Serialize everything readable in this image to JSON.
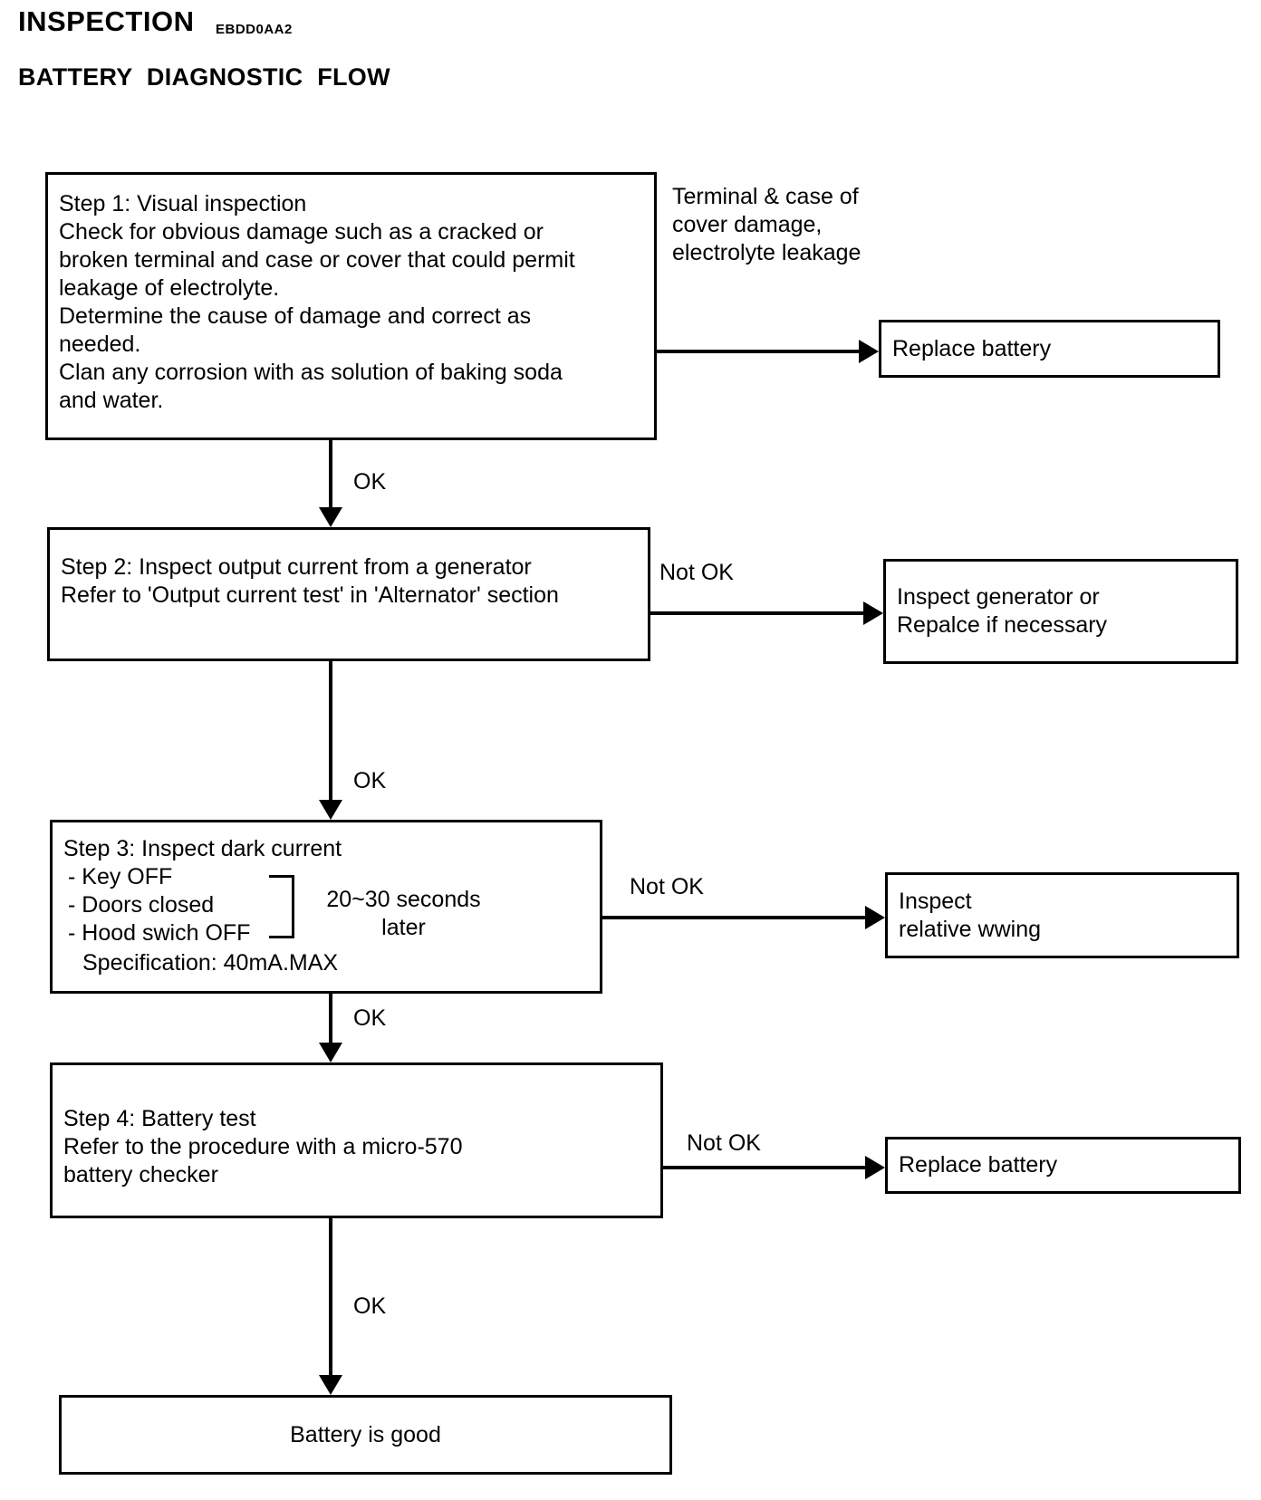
{
  "header": {
    "title": "INSPECTION",
    "code": "EBDD0AA2",
    "subtitle": "BATTERY DIAGNOSTIC FLOW"
  },
  "nodes": {
    "step1": {
      "lines": [
        "Step 1: Visual inspection",
        "Check for obvious damage such as a cracked or",
        "broken terminal and case or cover that could permit",
        "leakage of electrolyte.",
        "Determine the cause of damage and correct as",
        "needed.",
        "Clan any corrosion with as solution of baking soda",
        "and water."
      ]
    },
    "terminal_note": {
      "lines": [
        "Terminal & case of",
        "cover damage,",
        "electrolyte leakage"
      ]
    },
    "replace_battery_1": {
      "label": "Replace battery"
    },
    "step2": {
      "lines": [
        "Step 2: Inspect output current from a generator",
        "Refer to 'Output current test' in 'Alternator' section"
      ]
    },
    "inspect_generator": {
      "lines": [
        "Inspect generator or",
        "Repalce if necessary"
      ]
    },
    "step3": {
      "title": "Step 3: Inspect dark current",
      "bullets": [
        "- Key OFF",
        "- Doors closed",
        "- Hood swich OFF"
      ],
      "timing": [
        "20~30 seconds",
        "later"
      ],
      "spec": "Specification: 40mA.MAX"
    },
    "inspect_wiring": {
      "lines": [
        "Inspect",
        "relative wwing"
      ]
    },
    "step4": {
      "lines": [
        "Step 4: Battery test",
        "Refer to the procedure with a micro-570",
        "battery checker"
      ]
    },
    "replace_battery_2": {
      "label": "Replace battery"
    },
    "battery_good": {
      "label": "Battery is good"
    }
  },
  "edges": {
    "ok1": "OK",
    "ok2": "OK",
    "ok3": "OK",
    "ok4": "OK",
    "not_ok_2": "Not OK",
    "not_ok_3": "Not OK",
    "not_ok_4": "Not OK"
  },
  "colors": {
    "ink": "#000000",
    "paper": "#ffffff"
  }
}
